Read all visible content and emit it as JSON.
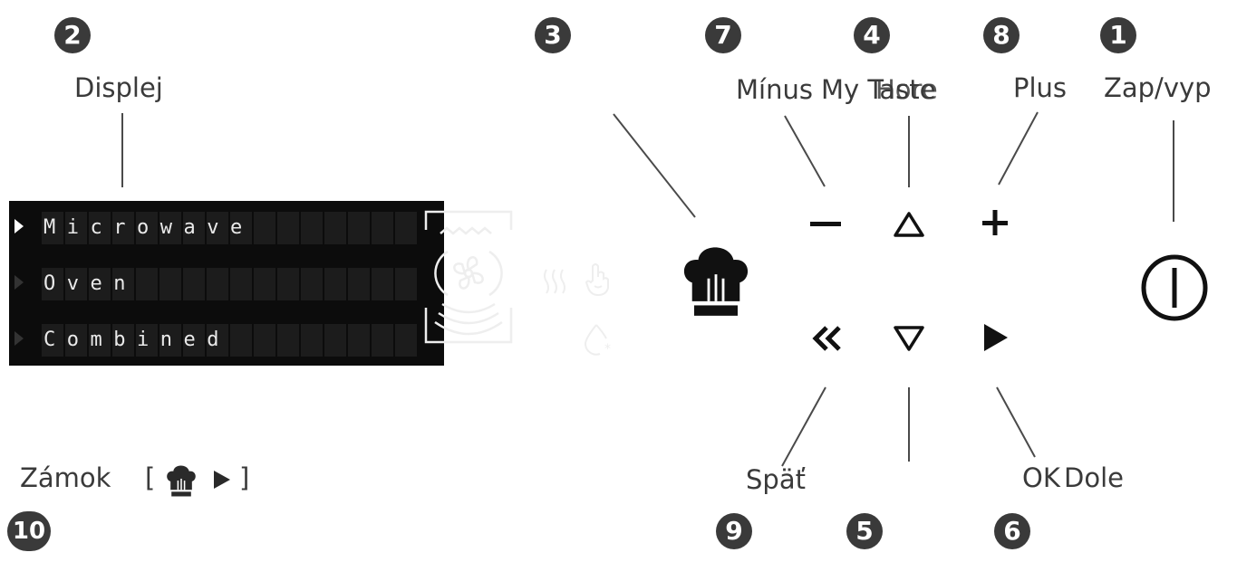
{
  "badges": [
    "2",
    "3",
    "7",
    "4",
    "8",
    "1",
    "9",
    "5",
    "6",
    "10"
  ],
  "labels": {
    "displej": "Displej",
    "minus": "Mínus",
    "mytaste": "My Taste",
    "hore": "Hore",
    "plus": "Plus",
    "zapvyp": "Zap/vyp",
    "spat": "Späť",
    "ok": "OK",
    "dole": "Dole",
    "zamok": "Zámok",
    "zamok_open": "[",
    "zamok_close": "]"
  },
  "display": {
    "modes": [
      "Microwave",
      "Oven",
      "Combined"
    ],
    "active_index": 0
  },
  "colors": {
    "panel": "#0c0c0c",
    "text": "#3a3a3a",
    "badge": "#3a3a3a"
  },
  "icons": [
    "chef-hat-icon",
    "minus-icon",
    "up-triangle-icon",
    "plus-icon",
    "power-icon",
    "back-double-chevron-icon",
    "down-triangle-icon",
    "play-right-icon",
    "fan-icon",
    "grill-heat-icon",
    "touch-hand-icon",
    "defrost-drop-icon"
  ]
}
